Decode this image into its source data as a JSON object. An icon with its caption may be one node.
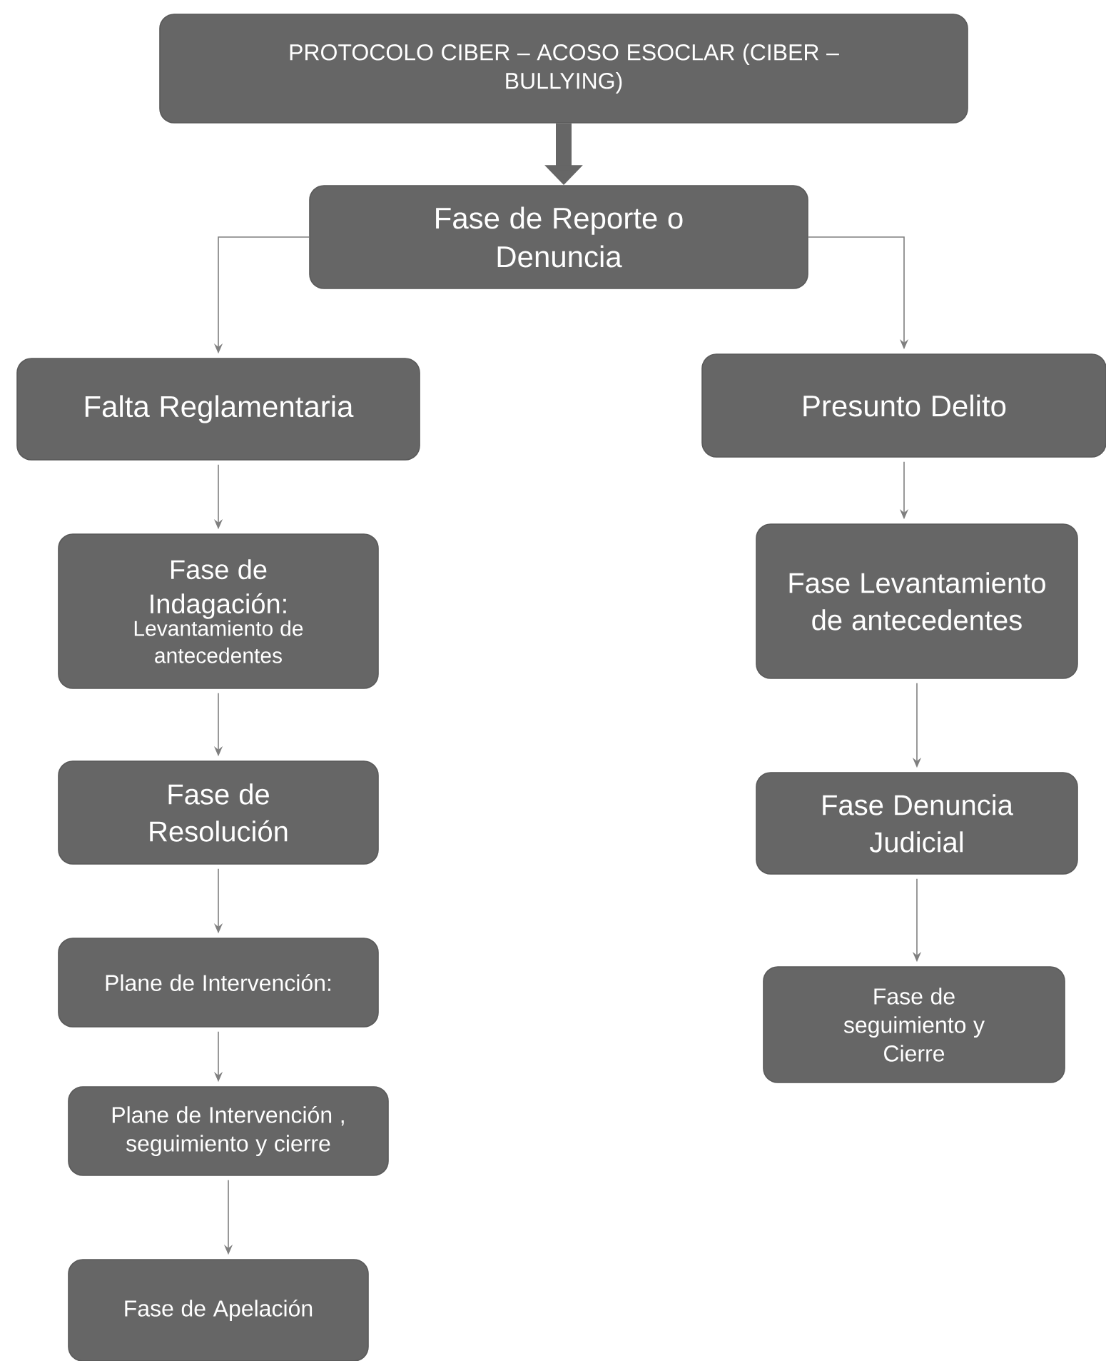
{
  "diagram": {
    "nodes": [
      {
        "text": [
          "PROTOCOLO CIBER – ACOSO ESOCLAR (CIBER – BULLYING)"
        ]
      },
      {
        "text": [
          "Fase de Reporte o Denuncia"
        ]
      },
      {
        "text": [
          "Falta Reglamentaria"
        ]
      },
      {
        "text": [
          "Presunto Delito"
        ]
      },
      {
        "text": [
          "Fase de Indagación:",
          "Levantamiento de antecedentes"
        ]
      },
      {
        "text": [
          "Fase de Resolución"
        ]
      },
      {
        "text": [
          "Plane de Intervención:"
        ]
      },
      {
        "text": [
          "Plane de Intervención , seguimiento y cierre"
        ]
      },
      {
        "text": [
          "Fase de Apelación"
        ]
      },
      {
        "text": [
          "Fase Levantamiento de antecedentes"
        ]
      },
      {
        "text": [
          "Fase Denuncia Judicial"
        ]
      },
      {
        "text": [
          "Fase de seguimiento y Cierre"
        ]
      }
    ],
    "edges": [
      {
        "from": 0,
        "to": 1,
        "arrow": "to",
        "style": "thick"
      },
      {
        "from": 1,
        "to": 2,
        "arrow": "to"
      },
      {
        "from": 1,
        "to": 3,
        "arrow": "to"
      },
      {
        "from": 2,
        "to": 4,
        "arrow": "to"
      },
      {
        "from": 4,
        "to": 5,
        "arrow": "to"
      },
      {
        "from": 5,
        "to": 6,
        "arrow": "to"
      },
      {
        "from": 6,
        "to": 7,
        "arrow": "to"
      },
      {
        "from": 7,
        "to": 8,
        "arrow": "to"
      },
      {
        "from": 3,
        "to": 9,
        "arrow": "to"
      },
      {
        "from": 9,
        "to": 10,
        "arrow": "to"
      },
      {
        "from": 10,
        "to": 11,
        "arrow": "to"
      }
    ]
  }
}
